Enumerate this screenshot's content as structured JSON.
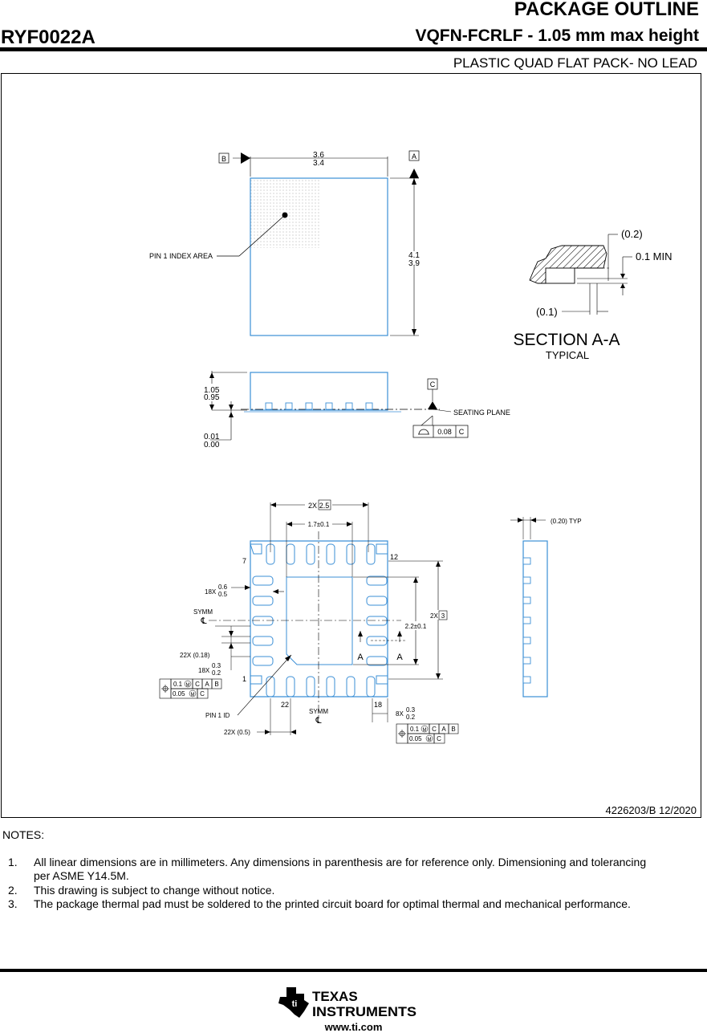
{
  "header": {
    "title": "PACKAGE OUTLINE",
    "part_number": "RYF0022A",
    "subtitle": "VQFN-FCRLF - 1.05 mm max height",
    "description": "PLASTIC QUAD FLAT PACK- NO LEAD"
  },
  "top_view": {
    "datum_b": "B",
    "datum_a": "A",
    "width_max": "3.6",
    "width_min": "3.4",
    "height_max": "4.1",
    "height_min": "3.9",
    "pin1_label": "PIN 1 INDEX AREA"
  },
  "section_view": {
    "ref_top": "(0.2)",
    "min_label": "0.1 MIN",
    "ref_left": "(0.1)",
    "title": "SECTION A-A",
    "subtitle": "TYPICAL"
  },
  "side_view": {
    "height_max": "1.05",
    "height_min": "0.95",
    "standoff_max": "0.01",
    "standoff_min": "0.00",
    "datum_c": "C",
    "seating_plane": "SEATING PLANE",
    "flatness_value": "0.08",
    "flatness_datum": "C"
  },
  "bottom_view": {
    "pitch_count": "2X",
    "pitch_value": "2.5",
    "pad_width": "1.7±0.1",
    "pin_7": "7",
    "pin_12": "12",
    "pin_1": "1",
    "pin_22": "22",
    "pin_18": "18",
    "lead_len_count": "18X",
    "lead_len_max": "0.6",
    "lead_len_min": "0.5",
    "symm": "SYMM",
    "centerline": "℄",
    "row_pitch_count": "2X",
    "row_pitch_value": "3",
    "pad_height": "2.2±0.1",
    "section_a": "A",
    "lead_w_ref": "22X (0.18)",
    "lead_w_count": "18X",
    "lead_w_max": "0.3",
    "lead_w_min": "0.2",
    "fcf1_tol": "0.1",
    "fcf1_mod": "M",
    "fcf1_d1": "C",
    "fcf1_d2": "A",
    "fcf1_d3": "B",
    "fcf2_tol": "0.05",
    "fcf2_mod": "M",
    "fcf2_d1": "C",
    "pin1_id": "PIN 1 ID",
    "lead_pitch_ref": "22X (0.5)",
    "corner_count": "8X",
    "corner_max": "0.3",
    "corner_min": "0.2",
    "typ_ref": "(0.20) TYP"
  },
  "footer": {
    "doc_number": "4226203/B   12/2020",
    "notes_title": "NOTES:",
    "notes": [
      {
        "num": "1.",
        "text": "All linear dimensions are in millimeters. Any dimensions in parenthesis are for reference only. Dimensioning and tolerancing"
      },
      {
        "num": "",
        "text": "per ASME Y14.5M."
      },
      {
        "num": "2.",
        "text": "This drawing is subject to change without notice."
      },
      {
        "num": "3.",
        "text": "The package thermal pad must be soldered to the printed circuit board for optimal thermal and mechanical performance."
      }
    ],
    "logo_line1": "TEXAS",
    "logo_line2": "INSTRUMENTS",
    "url": "www.ti.com"
  },
  "colors": {
    "outline": "#3b8fd6",
    "ink": "#000000"
  }
}
